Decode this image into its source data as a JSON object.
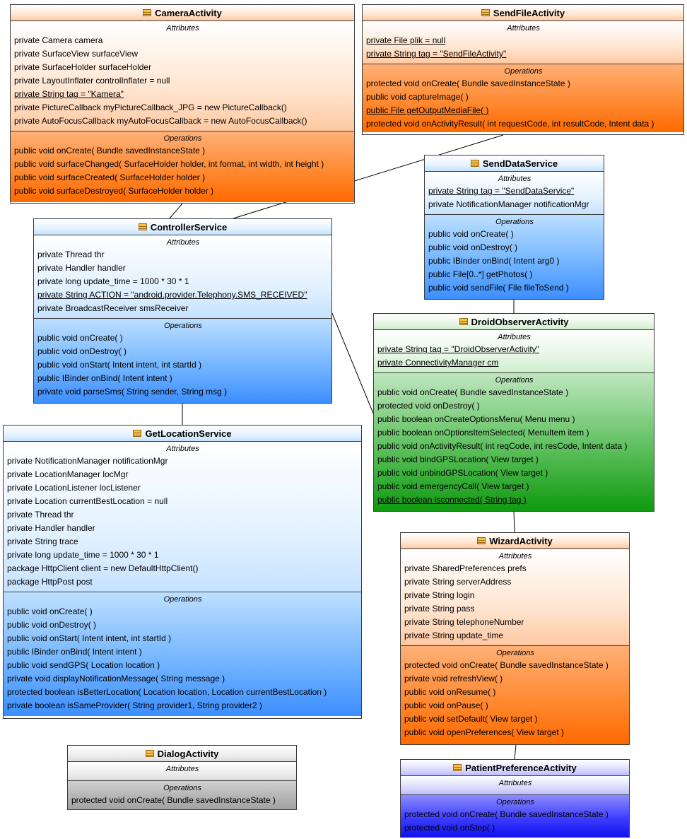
{
  "section_labels": {
    "attributes": "Attributes",
    "operations": "Operations"
  },
  "theme_colors": {
    "orange": "#ff6a00",
    "blue": "#3d8eff",
    "green": "#0f9a0f",
    "gray": "#a2a2a2",
    "indigo": "#1010f0",
    "border": "#3c3c3c"
  },
  "icon": "class-icon",
  "classes": {
    "camera_activity": {
      "name": "CameraActivity",
      "attributes": [
        "private Camera camera",
        "private SurfaceView surfaceView",
        "private SurfaceHolder surfaceHolder",
        "private LayoutInflater controlInflater = null",
        "private String tag = \"Kamera\"",
        "private PictureCallback myPictureCallback_JPG = new PictureCallback()",
        "private AutoFocusCallback myAutoFocusCallback = new AutoFocusCallback()"
      ],
      "operations": [
        "public void  onCreate( Bundle savedInstanceState )",
        "public void  surfaceChanged( SurfaceHolder holder, int format, int width, int height )",
        "public void  surfaceCreated( SurfaceHolder holder )",
        "public void  surfaceDestroyed( SurfaceHolder holder )"
      ]
    },
    "send_file_activity": {
      "name": "SendFileActivity",
      "attributes": [
        "private File plik = null",
        "private String tag = \"SendFileActivity\""
      ],
      "operations": [
        "protected void  onCreate( Bundle savedInstanceState )",
        "public void  captureImage(  )",
        "public File  getOutputMediaFile(  )",
        "protected void  onActivityResult( int requestCode, int resultCode, Intent data )"
      ]
    },
    "send_data_service": {
      "name": "SendDataService",
      "attributes": [
        "private String tag = \"SendDataService\"",
        "private NotificationManager notificationMgr"
      ],
      "operations": [
        "public void  onCreate(  )",
        "public void  onDestroy(  )",
        "public IBinder  onBind( Intent arg0 )",
        "public File[0..*]  getPhotos(  )",
        "public void  sendFile( File fileToSend )"
      ]
    },
    "controller_service": {
      "name": "ControllerService",
      "attributes": [
        "private Thread thr",
        "private Handler handler",
        "private long update_time = 1000 * 30 * 1",
        "private String ACTION = \"android.provider.Telephony.SMS_RECEIVED\"",
        "private BroadcastReceiver smsReceiver"
      ],
      "operations": [
        "public void  onCreate(  )",
        "public void  onDestroy(  )",
        "public void  onStart( Intent intent, int startId )",
        "public IBinder  onBind( Intent intent )",
        "private void  parseSms( String sender, String msg )"
      ]
    },
    "droid_observer_activity": {
      "name": "DroidObserverActivity",
      "attributes": [
        "private String tag = \"DroidObserverActivity\"",
        "private ConnectivityManager cm"
      ],
      "operations": [
        "public void  onCreate( Bundle savedInstanceState )",
        "protected void  onDestroy(  )",
        "public boolean  onCreateOptionsMenu( Menu menu )",
        "public boolean  onOptionsItemSelected( MenuItem item )",
        "public void  onActivityResult( int reqCode, int resCode, Intent data )",
        "public void  bindGPSLocation( View target )",
        "public void  unbindGPSLocation( View target )",
        "public void  emergencyCall( View target )",
        "public boolean  isconnected( String tag )"
      ]
    },
    "get_location_service": {
      "name": "GetLocationService",
      "attributes": [
        "private NotificationManager notificationMgr",
        "private LocationManager locMgr",
        "private LocationListener locListener",
        "private Location currentBestLocation = null",
        "private Thread thr",
        "private Handler handler",
        "private String trace",
        "private long update_time = 1000 * 30 * 1",
        "package HttpClient client = new DefaultHttpClient()",
        "package HttpPost post"
      ],
      "operations": [
        "public void  onCreate(  )",
        "public void  onDestroy(  )",
        "public void  onStart( Intent intent, int startId )",
        "public IBinder  onBind( Intent intent )",
        "public void  sendGPS( Location location )",
        "private void  displayNotificationMessage( String message )",
        "protected boolean  isBetterLocation( Location location, Location currentBestLocation )",
        "private boolean  isSameProvider( String provider1, String provider2 )"
      ]
    },
    "wizard_activity": {
      "name": "WizardActivity",
      "attributes": [
        "private SharedPreferences prefs",
        "private String serverAddress",
        "private String login",
        "private String pass",
        "private String telephoneNumber",
        "private String update_time"
      ],
      "operations": [
        "protected void  onCreate( Bundle savedInstanceState )",
        "private void  refreshView(  )",
        "public void  onResume(  )",
        "public void  onPause(  )",
        "public void  setDefault( View target )",
        "public void  openPreferences( View target )"
      ]
    },
    "dialog_activity": {
      "name": "DialogActivity",
      "attributes": [],
      "operations": [
        "protected void  onCreate( Bundle savedInstanceState )"
      ]
    },
    "patient_preference_activity": {
      "name": "PatientPreferenceActivity",
      "attributes": [],
      "operations": [
        "protected void  onCreate( Bundle savedInstanceState )",
        "protected void  onStop(  )"
      ]
    }
  },
  "associations": [
    {
      "from": "CameraActivity",
      "to": "ControllerService"
    },
    {
      "from": "SendFileActivity",
      "to": "ControllerService"
    },
    {
      "from": "SendDataService",
      "to": "DroidObserverActivity"
    },
    {
      "from": "ControllerService",
      "to": "DroidObserverActivity"
    },
    {
      "from": "ControllerService",
      "to": "GetLocationService"
    },
    {
      "from": "DroidObserverActivity",
      "to": "WizardActivity"
    },
    {
      "from": "WizardActivity",
      "to": "PatientPreferenceActivity"
    }
  ]
}
